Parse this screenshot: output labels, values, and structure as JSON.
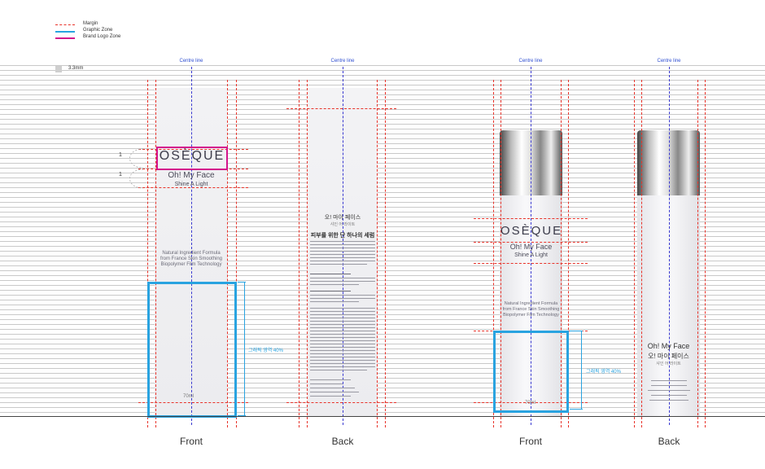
{
  "legend": {
    "items": [
      {
        "label": "Margin",
        "color": "#e8332a",
        "style": "dashed"
      },
      {
        "label": "Graphic Zone",
        "color": "#29a3e0",
        "style": "solid"
      },
      {
        "label": "Brand Logo Zone",
        "color": "#d4148c",
        "style": "solid"
      }
    ],
    "scale_label": "3.3mm"
  },
  "centre_line_label": "Centre line",
  "box_front": {
    "brand": "OSÈQUE",
    "name": "Oh! My Face",
    "tagline": "Shine A Light",
    "description": [
      "Natural Ingredient Formula",
      "from France Skin Smoothing",
      "Biopolymer Film Technology"
    ],
    "volume": "70ml",
    "graphic_zone_label": "그래픽 영역 40%",
    "spacing_marks": [
      "1",
      "1"
    ],
    "view_label": "Front"
  },
  "box_back": {
    "title_ko": "오! 마이 페이스",
    "subtitle_ko": "샤인 어 라이트",
    "headline_ko": "피부를 위한 단 하나의 세럼",
    "view_label": "Back"
  },
  "bottle_front": {
    "brand": "OSÈQUE",
    "name": "Oh! My Face",
    "tagline": "Shine A Light",
    "description": [
      "Natural Ingredient Formula",
      "from France Skin Smoothing",
      "Biopolymer Film Technology"
    ],
    "volume": "70ml",
    "graphic_zone_label": "그래픽 영역 40%",
    "view_label": "Front"
  },
  "bottle_back": {
    "name": "Oh! My Face",
    "title_ko": "오! 마이 페이스",
    "subtitle_ko": "샤인 어 라이트",
    "view_label": "Back"
  }
}
